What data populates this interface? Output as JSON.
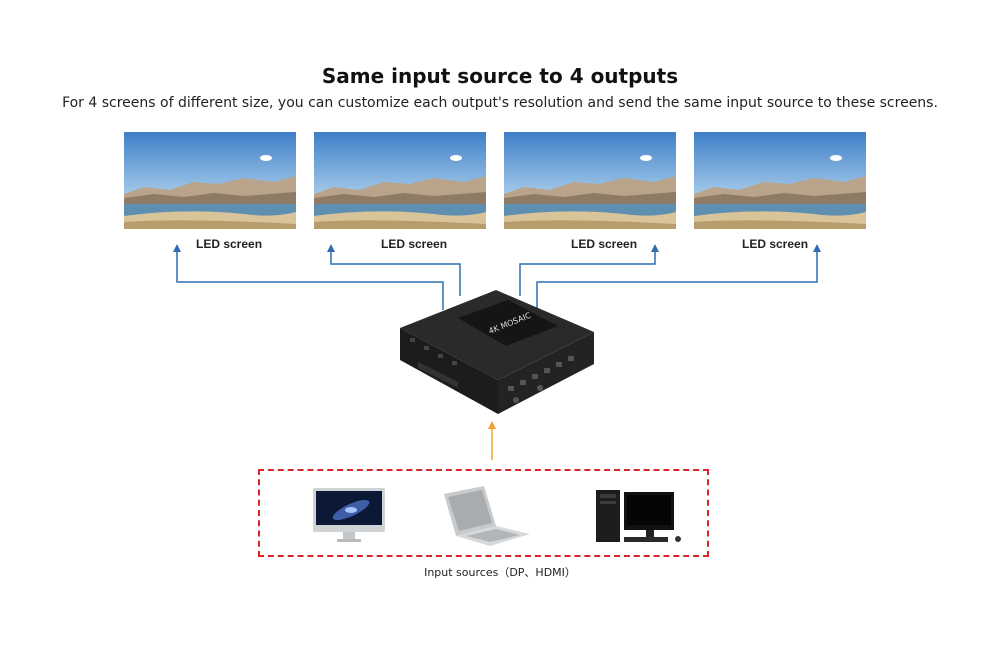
{
  "header": {
    "title": "Same input source to 4 outputs",
    "subtitle": "For 4 screens of different size, you can customize each output's resolution and send the same input source to these screens."
  },
  "screens": [
    {
      "label": "LED screen"
    },
    {
      "label": "LED screen"
    },
    {
      "label": "LED screen"
    },
    {
      "label": "LED screen"
    }
  ],
  "device": {
    "top_text": "4K   MOSAIC"
  },
  "sources": {
    "label": "Input sources（DP、HDMI）",
    "items": [
      "imac-icon",
      "laptop-icon",
      "desktop-pc-icon"
    ]
  },
  "colors": {
    "output_arrow": "#2e6eb0",
    "input_arrow": "#f0a030",
    "sources_border": "#d9252a"
  }
}
